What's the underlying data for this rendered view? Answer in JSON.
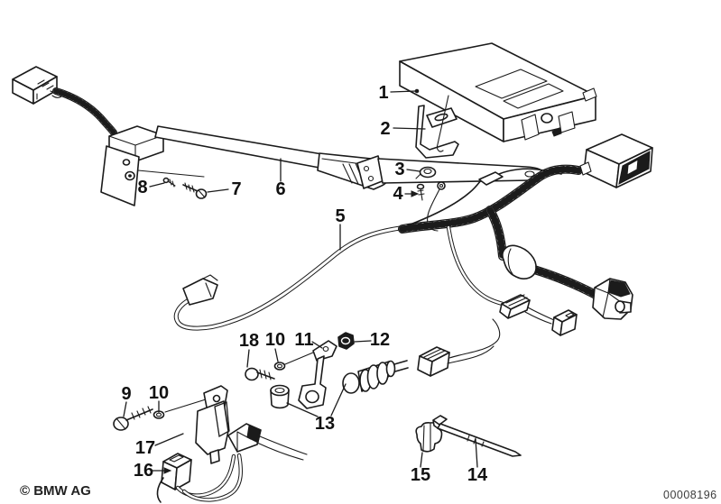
{
  "figure": {
    "copyright": "© BMW AG",
    "image_number": "00008196"
  },
  "callouts": [
    {
      "label": "1"
    },
    {
      "label": "2"
    },
    {
      "label": "3"
    },
    {
      "label": "4"
    },
    {
      "label": "5"
    },
    {
      "label": "6"
    },
    {
      "label": "7"
    },
    {
      "label": "8"
    },
    {
      "label": "9"
    },
    {
      "label": "10"
    },
    {
      "label": "18"
    },
    {
      "label": "10"
    },
    {
      "label": "11"
    },
    {
      "label": "12"
    },
    {
      "label": "13"
    },
    {
      "label": "17"
    },
    {
      "label": "16"
    },
    {
      "label": "15"
    },
    {
      "label": "14"
    }
  ]
}
